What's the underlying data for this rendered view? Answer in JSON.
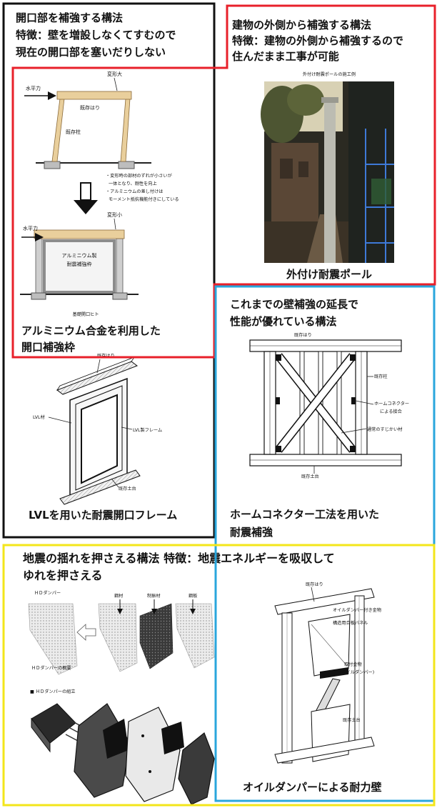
{
  "colors": {
    "black_frame": "#111111",
    "red_frame": "#e8202a",
    "blue_frame": "#29a6dc",
    "yellow_frame": "#f3e61a",
    "beam_wood": "#e9cf9c"
  },
  "opening_method": {
    "title": "開口部を補強する構法",
    "feature_line1": "特徴：壁を増設しなくてすむので",
    "feature_line2": "現在の開口部を塞いだりしない"
  },
  "aluminum_frame": {
    "force_label_before": "水平力",
    "deform_large": "変形大",
    "beam_label": "既存はり",
    "column_label": "既存柱",
    "notes": [
      "・変形時の部材のずれが小さいが",
      "一体となり、剛性を向上",
      "・アルミニウムの差し付けは",
      "モーメント抵抗機能付きにしている"
    ],
    "force_label_after": "水平力",
    "deform_small": "変形小",
    "frame_label_line1": "アルミニウム製",
    "frame_label_line2": "耐震補強枠",
    "base_label": "基礎開口ヒト",
    "caption_line1": "アルミニウム合金を利用した",
    "caption_line2": "開口補強枠"
  },
  "lvl_frame": {
    "beam_label": "既存はり",
    "side_label": "LVL材",
    "frame_label": "LVL製フレーム",
    "sill_label": "既存土台",
    "caption": "LVLを用いた耐震開口フレーム"
  },
  "exterior_method": {
    "title": "建物の外側から補強する構法",
    "feature_line1": "特徴：建物の外側から補強するので",
    "feature_line2": "住んだまま工事が可能",
    "photo_header": "外付け耐震ポールの施工例",
    "photo_caption": "外付け耐震ポール"
  },
  "home_connector": {
    "title_line1": "これまでの壁補強の延長で",
    "title_line2": "性能が優れている構法",
    "beam_label": "既存はり",
    "column_label": "既存柱",
    "connector_label_line1": "ホームコネクター",
    "connector_label_line2": "による接合",
    "brace_label": "通常のすじかい材",
    "sill_label": "既存土台",
    "caption_line1": "ホームコネクター工法を用いた",
    "caption_line2": "耐震補強"
  },
  "damper_method": {
    "title_line1": "地震の揺れを押さえる構法 特徴：地震エネルギーを吸収して",
    "title_line2": "ゆれを押さえる",
    "hd_label": "ＨＤダンパー",
    "steel_label": "鋼材",
    "damping_material_label": "制振材",
    "plate_label": "鋼板",
    "hd_caption": "ＨＤダンパーの概要",
    "assembly_label": "■ ＨＤダンパーの組立",
    "oil_wall": {
      "beam_label": "既存はり",
      "fitting_label": "オイルダンパー付き金物",
      "panel_label": "構造用合板パネル",
      "mount_label_line1": "取付金物",
      "mount_label_line2": "(オイルダンパー)",
      "sill_label": "既存土台",
      "caption": "オイルダンパーによる耐力壁"
    }
  }
}
